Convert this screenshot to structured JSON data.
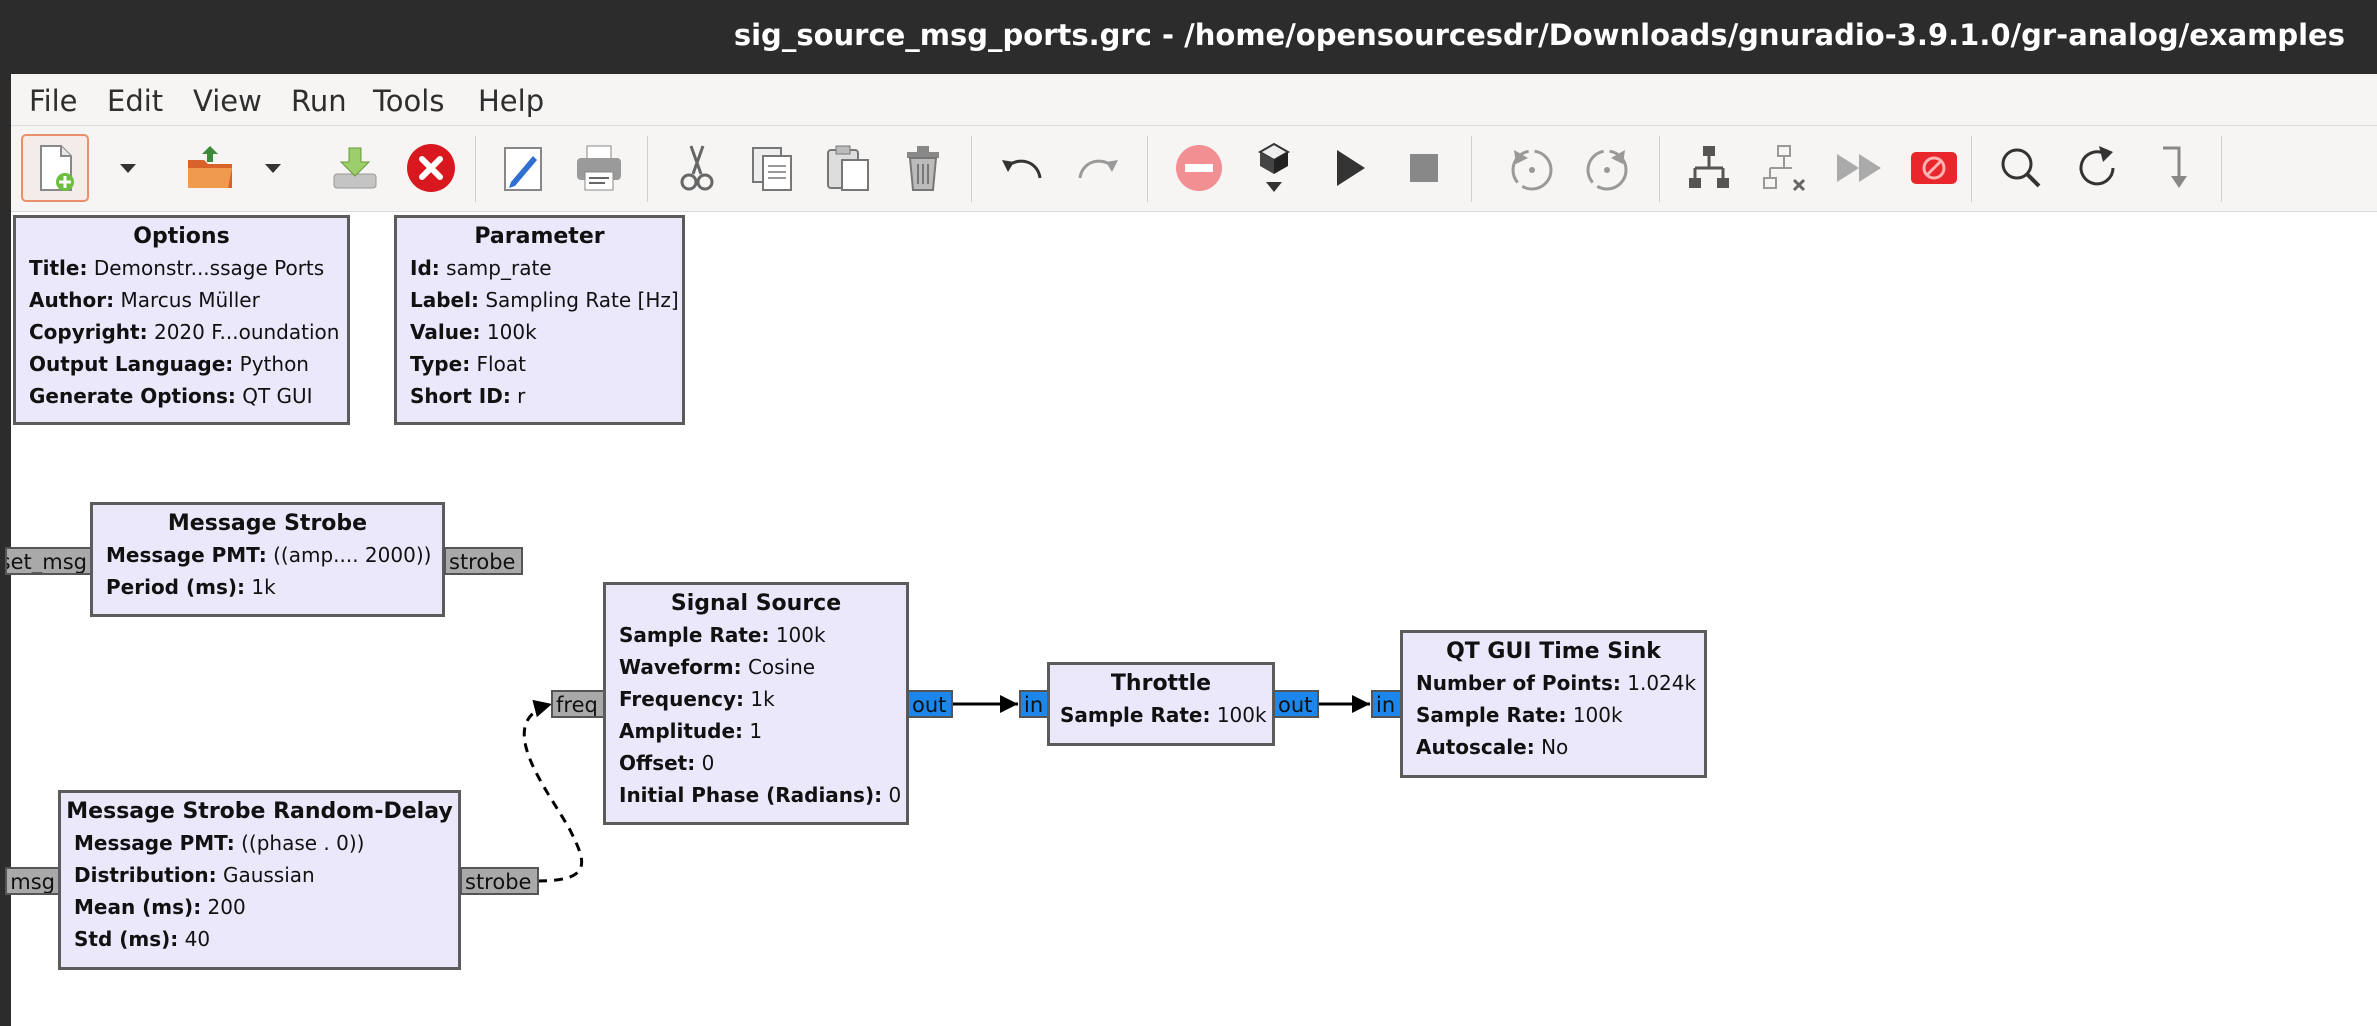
{
  "window": {
    "title": "sig_source_msg_ports.grc - /home/opensourcesdr/Downloads/gnuradio-3.9.1.0/gr-analog/examples"
  },
  "menu": [
    "File",
    "Edit",
    "View",
    "Run",
    "Tools",
    "Help"
  ],
  "toolbar": [
    {
      "name": "new-file-icon"
    },
    {
      "name": "new-dropdown-icon"
    },
    {
      "name": "open-folder-icon"
    },
    {
      "name": "open-dropdown-icon"
    },
    {
      "name": "save-icon"
    },
    {
      "name": "close-icon"
    },
    {
      "name": "edit-icon"
    },
    {
      "name": "print-icon"
    },
    {
      "name": "cut-icon"
    },
    {
      "name": "copy-icon"
    },
    {
      "name": "paste-icon"
    },
    {
      "name": "delete-icon"
    },
    {
      "name": "undo-icon"
    },
    {
      "name": "redo-icon"
    },
    {
      "name": "disable-icon"
    },
    {
      "name": "generate-icon"
    },
    {
      "name": "run-icon"
    },
    {
      "name": "stop-icon"
    },
    {
      "name": "rotate-ccw-icon"
    },
    {
      "name": "rotate-cw-icon"
    },
    {
      "name": "hier-block-icon"
    },
    {
      "name": "remove-hier-icon"
    },
    {
      "name": "fast-forward-icon"
    },
    {
      "name": "kill-icon"
    },
    {
      "name": "find-icon"
    },
    {
      "name": "reload-icon"
    },
    {
      "name": "return-icon"
    }
  ],
  "blocks": {
    "options": {
      "title": "Options",
      "params": [
        {
          "k": "Title:",
          "v": "Demonstr...ssage Ports"
        },
        {
          "k": "Author:",
          "v": "Marcus Müller"
        },
        {
          "k": "Copyright:",
          "v": "2020 F...oundation"
        },
        {
          "k": "Output Language:",
          "v": "Python"
        },
        {
          "k": "Generate Options:",
          "v": "QT GUI"
        }
      ]
    },
    "parameter": {
      "title": "Parameter",
      "params": [
        {
          "k": "Id:",
          "v": "samp_rate"
        },
        {
          "k": "Label:",
          "v": "Sampling Rate [Hz]"
        },
        {
          "k": "Value:",
          "v": "100k"
        },
        {
          "k": "Type:",
          "v": "Float"
        },
        {
          "k": "Short ID:",
          "v": "r"
        }
      ]
    },
    "message_strobe": {
      "title": "Message Strobe",
      "params": [
        {
          "k": "Message PMT:",
          "v": "((amp.... 2000))"
        },
        {
          "k": "Period (ms):",
          "v": "1k"
        }
      ],
      "in_port": "set_msg",
      "out_port": "strobe"
    },
    "strobe_random": {
      "title": "Message Strobe Random-Delay",
      "params": [
        {
          "k": "Message PMT:",
          "v": "((phase . 0))"
        },
        {
          "k": "Distribution:",
          "v": "Gaussian"
        },
        {
          "k": "Mean (ms):",
          "v": "200"
        },
        {
          "k": "Std (ms):",
          "v": "40"
        }
      ],
      "in_port": "msg",
      "out_port": "strobe"
    },
    "signal_source": {
      "title": "Signal Source",
      "params": [
        {
          "k": "Sample Rate:",
          "v": "100k"
        },
        {
          "k": "Waveform:",
          "v": "Cosine"
        },
        {
          "k": "Frequency:",
          "v": "1k"
        },
        {
          "k": "Amplitude:",
          "v": "1"
        },
        {
          "k": "Offset:",
          "v": "0"
        },
        {
          "k": "Initial Phase (Radians):",
          "v": "0"
        }
      ],
      "in_port": "freq",
      "out_port": "out"
    },
    "throttle": {
      "title": "Throttle",
      "params": [
        {
          "k": "Sample Rate:",
          "v": "100k"
        }
      ],
      "in_port": "in",
      "out_port": "out"
    },
    "time_sink": {
      "title": "QT GUI Time Sink",
      "params": [
        {
          "k": "Number of Points:",
          "v": "1.024k"
        },
        {
          "k": "Sample Rate:",
          "v": "100k"
        },
        {
          "k": "Autoscale:",
          "v": "No"
        }
      ],
      "in_port": "in"
    }
  }
}
